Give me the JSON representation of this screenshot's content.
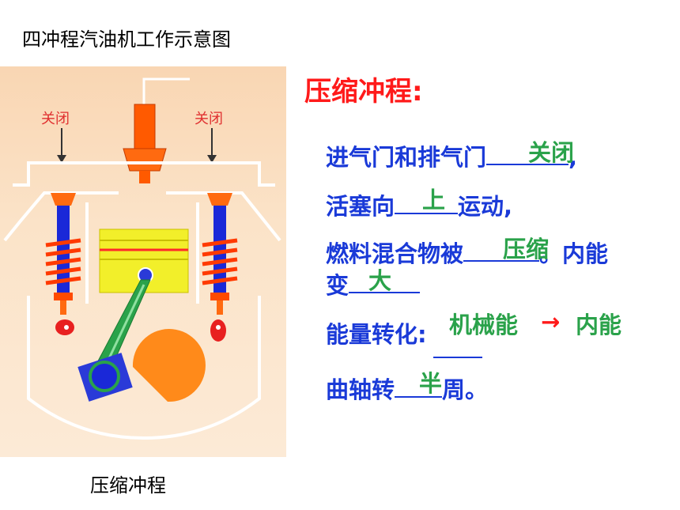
{
  "page_title": "四冲程汽油机工作示意图",
  "figure": {
    "valve_left_label": "关闭",
    "valve_right_label": "关闭",
    "caption": "压缩冲程"
  },
  "section_title": "压缩冲程:",
  "questions": {
    "q1_prefix": "进气门和排气门",
    "q1_suffix": ",",
    "q1_answer": "关闭",
    "q2_prefix": "活塞向",
    "q2_suffix": "运动,",
    "q2_answer": "上",
    "q3_prefix": "燃料混合物被",
    "q3_suffix": "。内能",
    "q3_answer": "压缩",
    "q3b_prefix": "变",
    "q3b_answer": "大",
    "q4_prefix": "能量转化:",
    "q4_answer_left": "机械能",
    "q4_arrow": "→",
    "q4_answer_right": "内能",
    "q5_prefix": "曲轴转",
    "q5_answer": "半",
    "q5_suffix": "周。"
  }
}
